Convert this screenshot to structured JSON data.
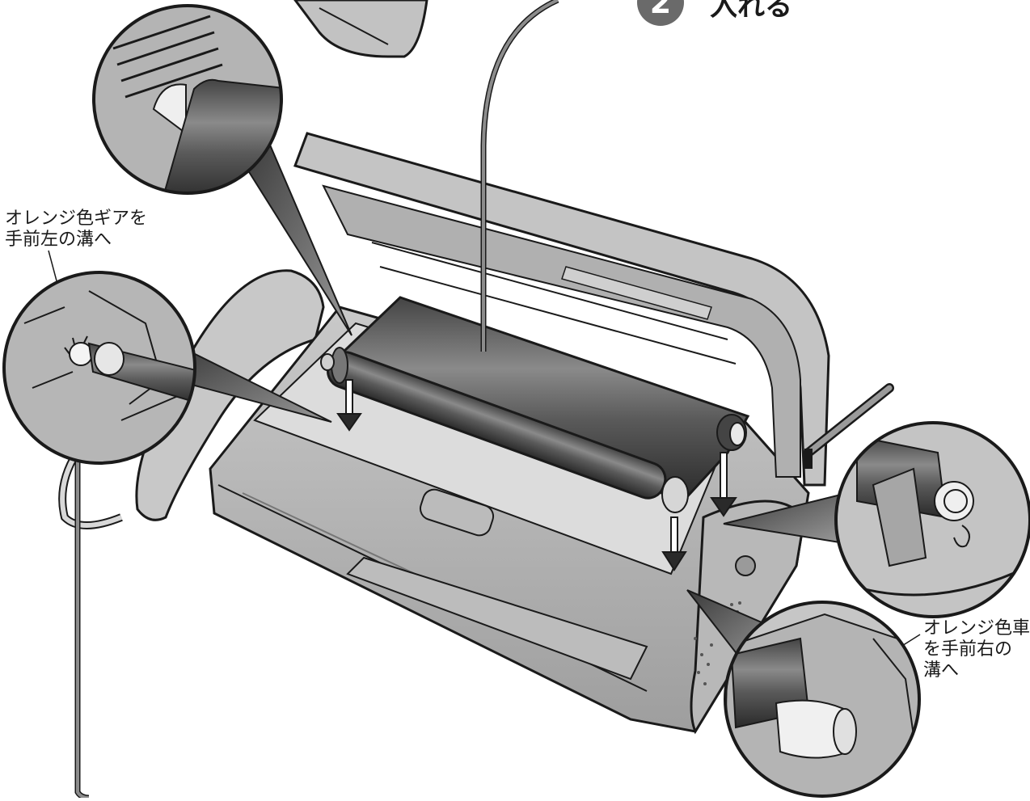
{
  "step": {
    "number": "2",
    "title": "入れる"
  },
  "callouts": {
    "left": {
      "line1": "オレンジ色ギアを",
      "line2": "手前左の溝へ"
    },
    "right": {
      "line1": "オレンジ色車",
      "line2": "を手前右の",
      "line3": "溝へ"
    }
  },
  "colors": {
    "body_light": "#d2d2d2",
    "body_mid": "#a8a8a8",
    "body_dark": "#6e6e6e",
    "ink_roll": "#555555",
    "outline": "#1a1a1a"
  }
}
